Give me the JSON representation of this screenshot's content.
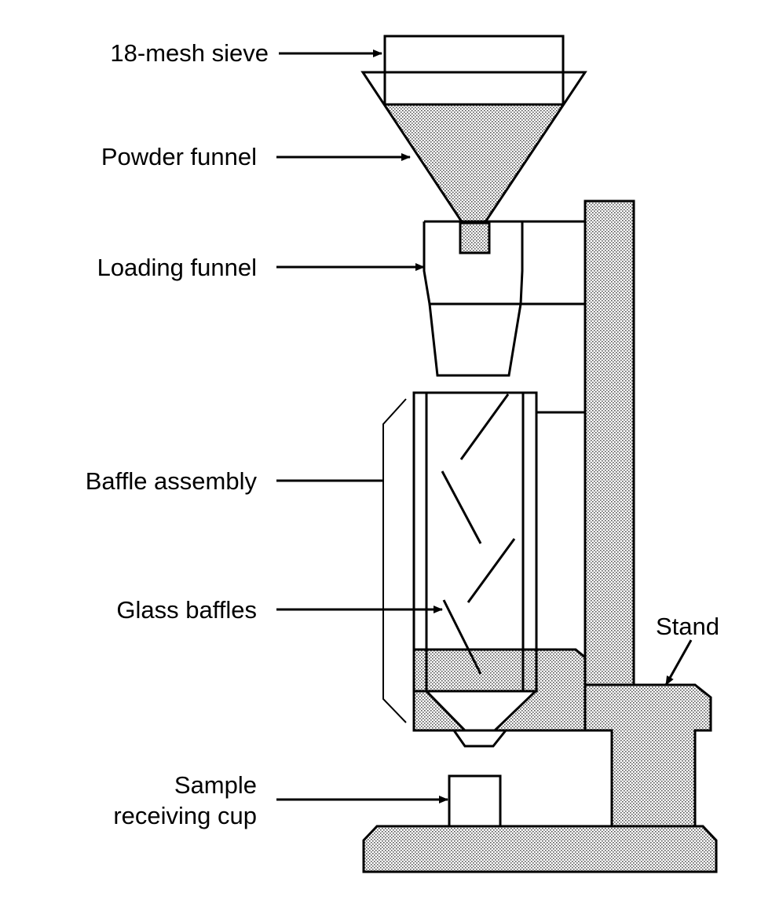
{
  "labels": {
    "sieve": "18-mesh sieve",
    "powder_funnel": "Powder funnel",
    "loading_funnel": "Loading funnel",
    "baffle_assembly": "Baffle assembly",
    "glass_baffles": "Glass baffles",
    "stand": "Stand",
    "cup_line1": "Sample",
    "cup_line2": "receiving cup"
  },
  "colors": {
    "ink": "#000000",
    "paper": "#ffffff",
    "stipple_dot": "#555555"
  }
}
